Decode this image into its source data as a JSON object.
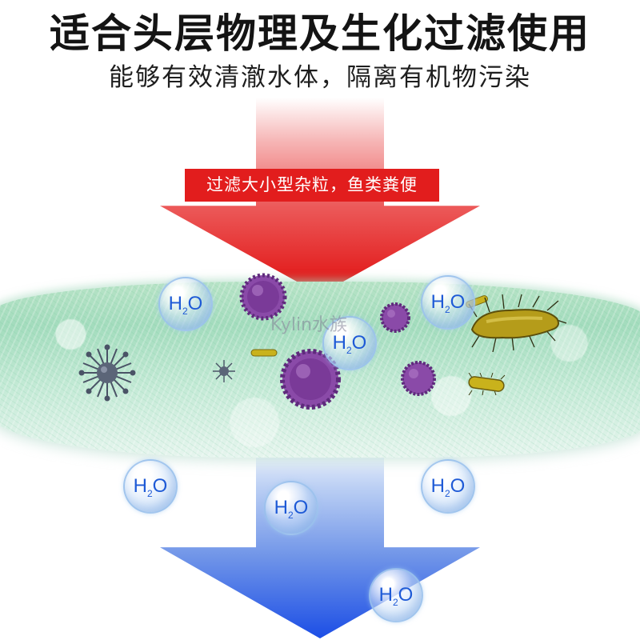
{
  "header": {
    "title": "适合头层物理及生化过滤使用",
    "subtitle": "能够有效清澈水体，隔离有机物污染"
  },
  "label": {
    "text": "过滤大小型杂粒，鱼类粪便"
  },
  "molecule": {
    "main": "H",
    "sub": "2",
    "tail": "O"
  },
  "watermark": {
    "text": "Kylin水族"
  },
  "colors": {
    "arrow_top": "#e00f0f",
    "arrow_bottom": "#1c4ee6",
    "label_bg": "#e21d1d",
    "foam": "#a3dcbd",
    "molecule_text": "#1e5ad6"
  }
}
